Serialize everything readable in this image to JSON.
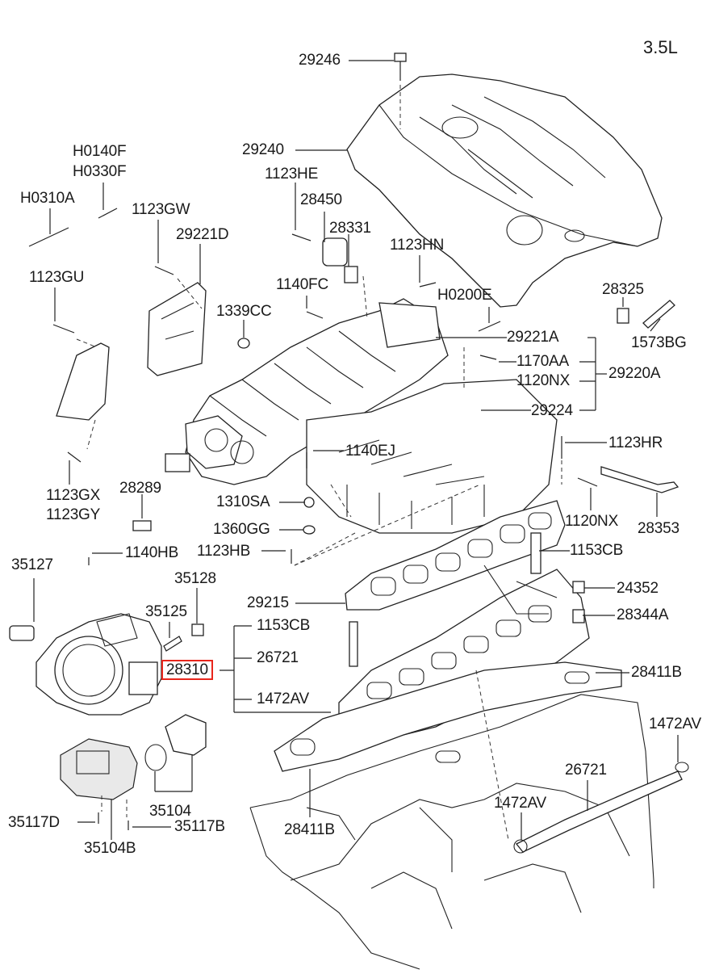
{
  "engine": "3.5L",
  "highlighted_part": "28310",
  "labels": {
    "p29246": "29246",
    "p29240": "29240",
    "pH0140F": "H0140F",
    "pH0330F": "H0330F",
    "pH0310A": "H0310A",
    "p1123HE": "1123HE",
    "p28450": "28450",
    "p28331": "28331",
    "p1123GW": "1123GW",
    "p29221D": "29221D",
    "p1123HN": "1123HN",
    "p1123GU": "1123GU",
    "p1140FC": "1140FC",
    "pH0200E": "H0200E",
    "p28325": "28325",
    "p1339CC": "1339CC",
    "p1573BG": "1573BG",
    "p29221A": "29221A",
    "p1170AA": "1170AA",
    "p1120NX_a": "1120NX",
    "p29220A": "29220A",
    "p29224": "29224",
    "p1123HR": "1123HR",
    "p1140EJ": "1140EJ",
    "p1123GX": "1123GX",
    "p1123GY": "1123GY",
    "p28289": "28289",
    "p1310SA": "1310SA",
    "p1120NX_b": "1120NX",
    "p28353": "28353",
    "p1360GG": "1360GG",
    "p35127": "35127",
    "p1140HB": "1140HB",
    "p1123HB": "1123HB",
    "p1153CB_a": "1153CB",
    "p35128": "35128",
    "p24352": "24352",
    "p29215": "29215",
    "p35125": "35125",
    "p28344A": "28344A",
    "p1153CB_b": "1153CB",
    "p28310": "28310",
    "p26721_a": "26721",
    "p28411B_a": "28411B",
    "p1472AV_a": "1472AV",
    "p1472AV_b": "1472AV",
    "p26721_b": "26721",
    "p35104": "35104",
    "p1472AV_c": "1472AV",
    "p35117D": "35117D",
    "p35117B": "35117B",
    "p28411B_b": "28411B",
    "p35104B": "35104B"
  },
  "colors": {
    "line": "#222222",
    "highlight": "#e8261c",
    "background": "#ffffff"
  }
}
